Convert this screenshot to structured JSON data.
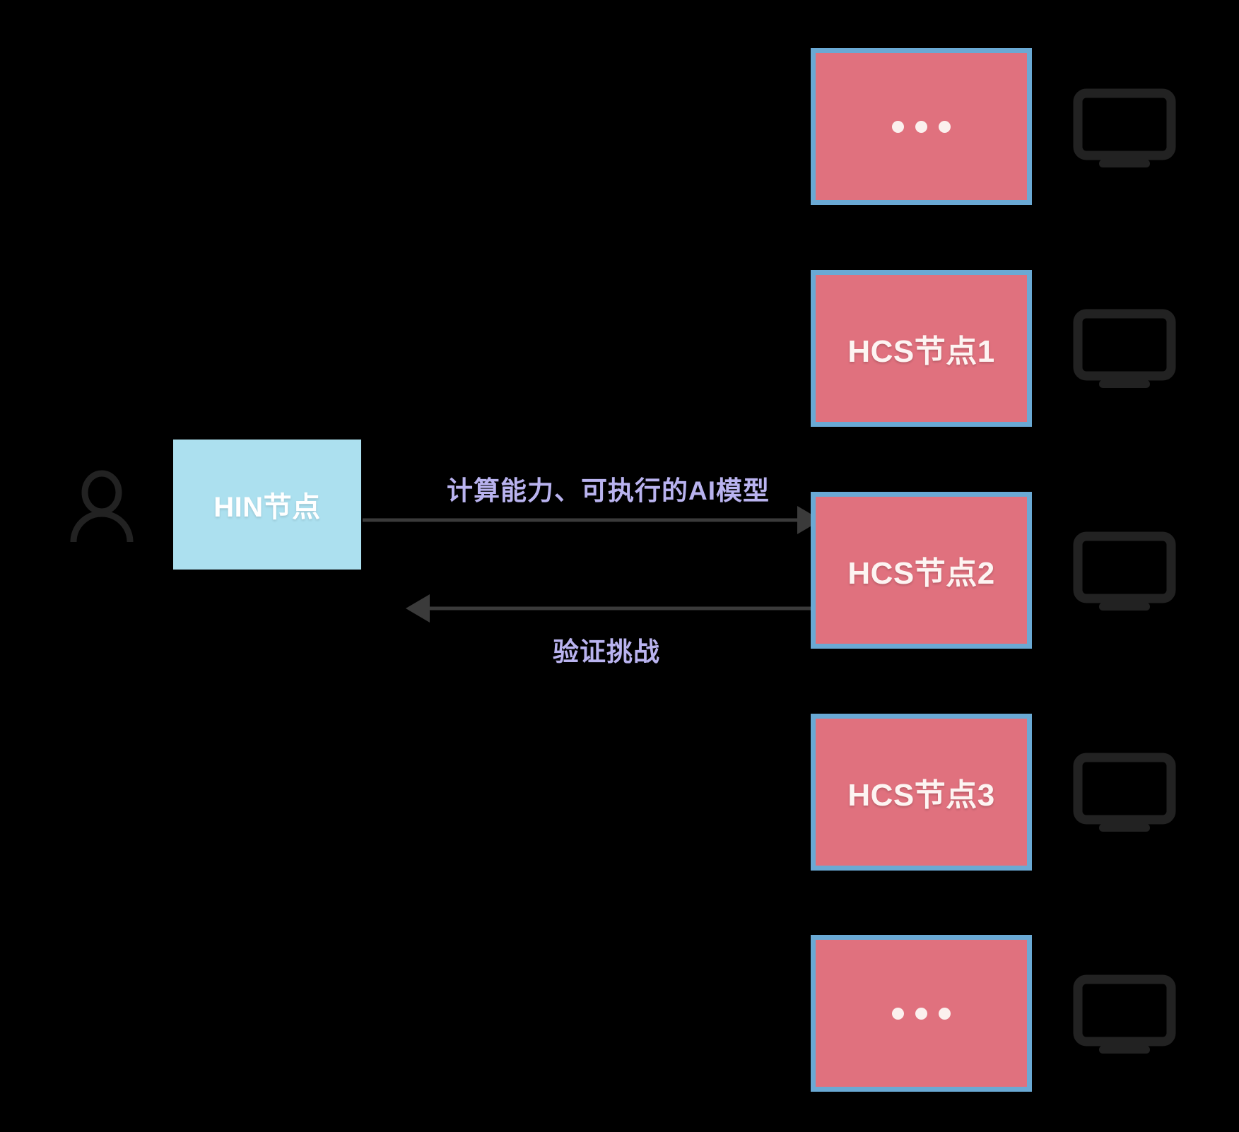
{
  "diagram": {
    "title": "HIN node and HCS nodes interaction diagram",
    "background_color": "#000000",
    "colors": {
      "hcs_fill": "#e0717e",
      "hcs_border": "#6aa9d4",
      "hin_fill": "#ace0ef",
      "label_text": "#b9b3ef",
      "box_text": "#fdf4f2",
      "icon": "#222222",
      "arrow": "#3a3a3a"
    }
  },
  "actor": {
    "icon": "person-icon",
    "label": ""
  },
  "hin_node": {
    "label": "HIN节点",
    "icon": "rectangle-node"
  },
  "edges": [
    {
      "id": "forward",
      "label": "计算能力、可执行的AI模型",
      "direction": "hin-to-hcs",
      "from": "HIN节点",
      "to": "HCS节点2"
    },
    {
      "id": "reverse",
      "label": "验证挑战",
      "direction": "hcs-to-hin",
      "from": "HCS节点2",
      "to": "HIN节点"
    }
  ],
  "hcs_nodes": [
    {
      "label": "",
      "ellipsis": true,
      "monitor_icon": "monitor-icon"
    },
    {
      "label": "HCS节点1",
      "ellipsis": false,
      "monitor_icon": "monitor-icon"
    },
    {
      "label": "HCS节点2",
      "ellipsis": false,
      "monitor_icon": "monitor-icon"
    },
    {
      "label": "HCS节点3",
      "ellipsis": false,
      "monitor_icon": "monitor-icon"
    },
    {
      "label": "",
      "ellipsis": true,
      "monitor_icon": "monitor-icon"
    }
  ]
}
